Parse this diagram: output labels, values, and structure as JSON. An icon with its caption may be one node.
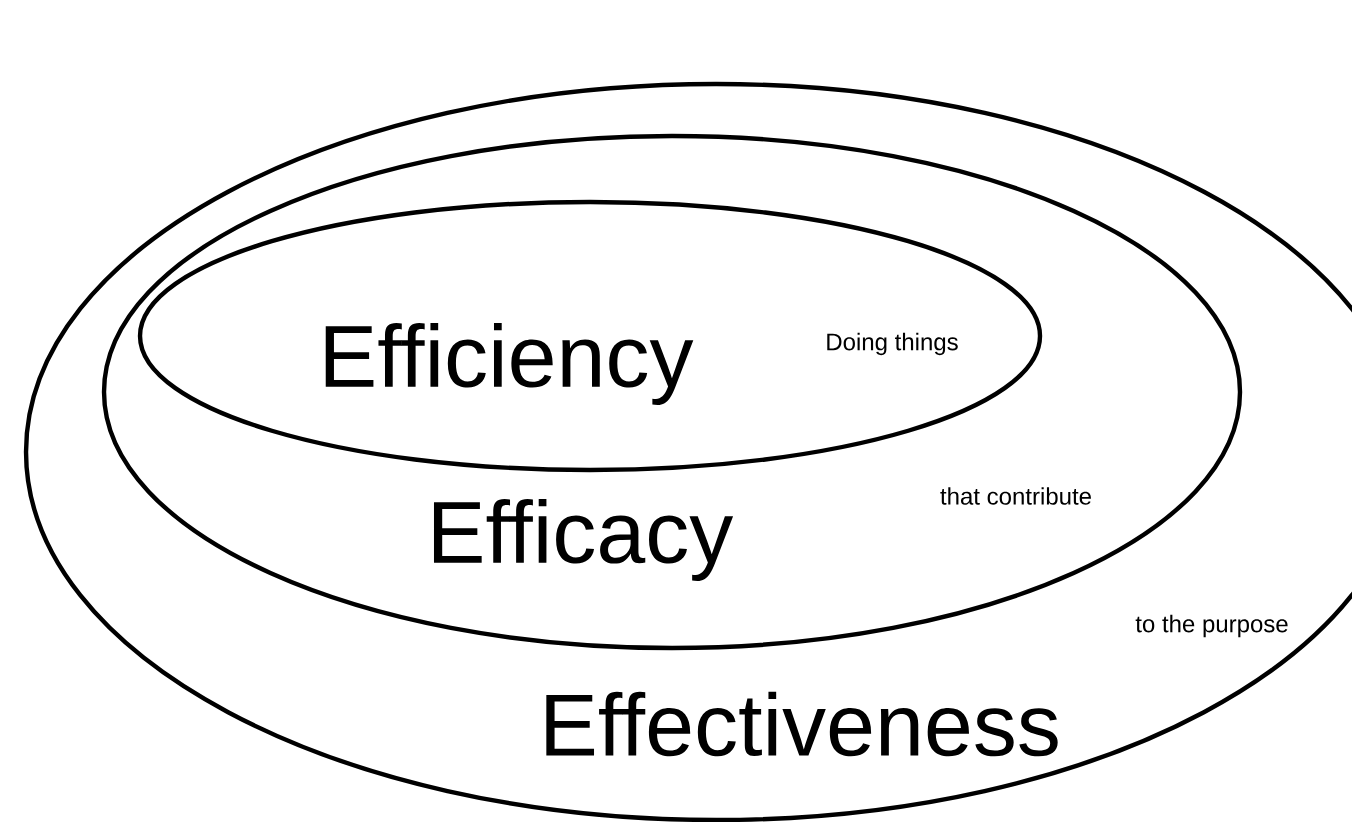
{
  "diagram": {
    "nodes": [
      {
        "text": [
          "Effectiveness",
          "to the purpose"
        ]
      },
      {
        "text": [
          "Efficacy",
          "that contribute"
        ],
        "in": 0
      },
      {
        "text": [
          "Efficiency",
          "Doing things"
        ],
        "in": 1
      }
    ]
  }
}
